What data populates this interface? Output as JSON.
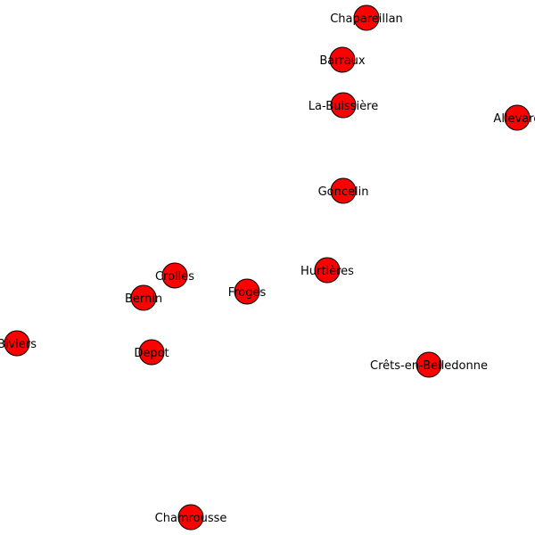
{
  "graph": {
    "node_color": "#ff0000",
    "edge_color": "#000000",
    "nodes": [
      {
        "id": "chapareillan",
        "label": "Chapareillan"
      },
      {
        "id": "barraux",
        "label": "Barraux"
      },
      {
        "id": "la-buissiere",
        "label": "La-Buissière"
      },
      {
        "id": "allevard",
        "label": "Allevard"
      },
      {
        "id": "goncelin",
        "label": "Goncelin"
      },
      {
        "id": "hurtieres",
        "label": "Hurtières"
      },
      {
        "id": "crolles",
        "label": "Crolles"
      },
      {
        "id": "froges",
        "label": "Froges"
      },
      {
        "id": "bernin",
        "label": "Bernin"
      },
      {
        "id": "biviers",
        "label": "Biviers"
      },
      {
        "id": "depot",
        "label": "Depot"
      },
      {
        "id": "crets-en-belledonne",
        "label": "Crêts-en-Belledonne"
      },
      {
        "id": "chamrousse",
        "label": "Chamrousse"
      }
    ],
    "edges": []
  }
}
